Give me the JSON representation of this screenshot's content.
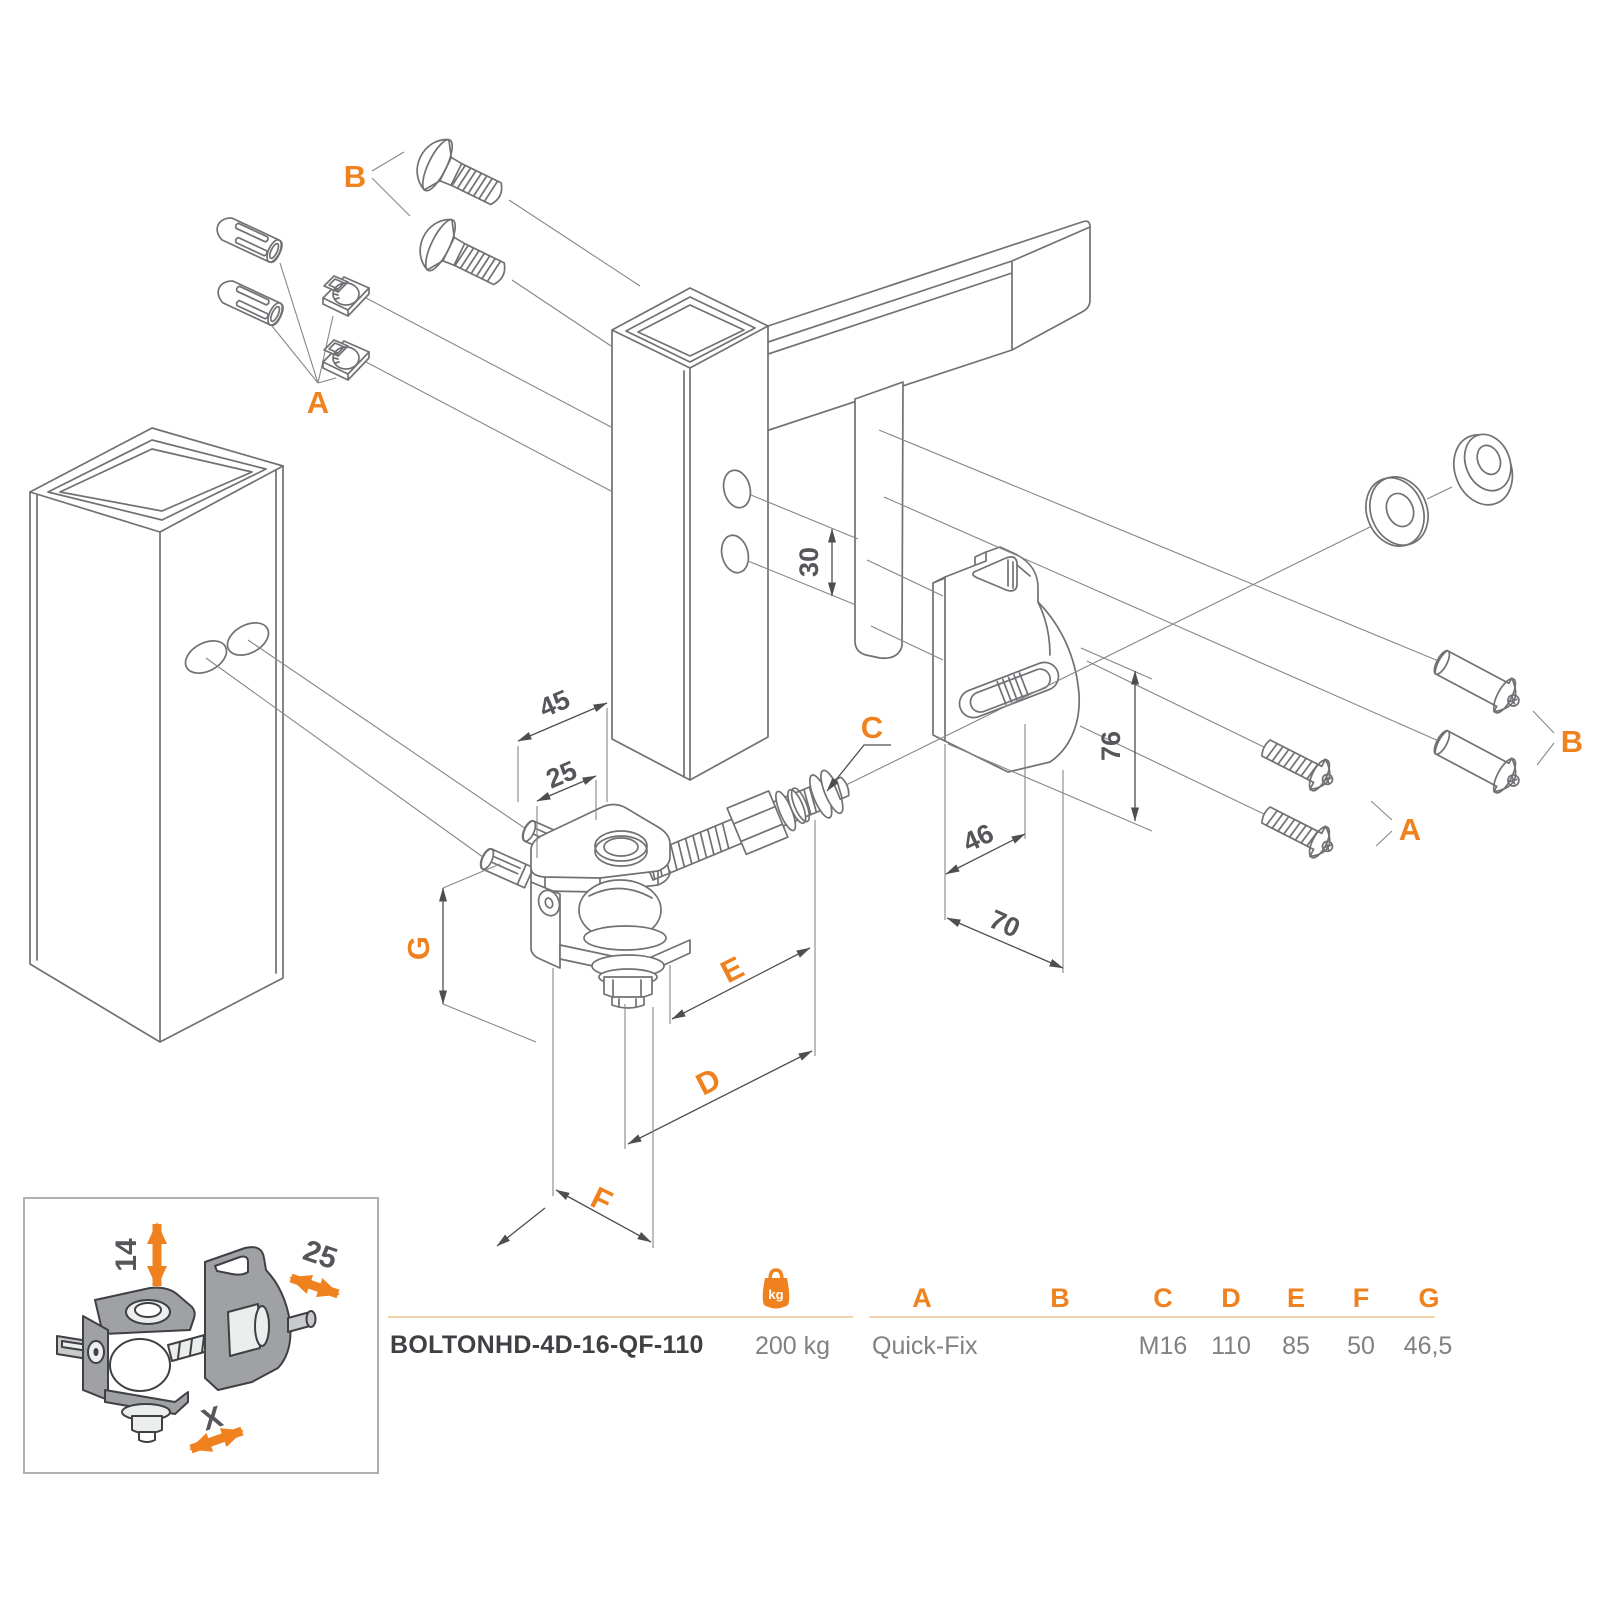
{
  "colors": {
    "accent": "#f0811f",
    "part_line": "#6f7174",
    "dim_line": "#4d4e50",
    "dim_text": "#55565a",
    "table_text": "#808184",
    "product_text": "#3f4043",
    "rule": "#f2d4ab"
  },
  "diagram": {
    "callouts": {
      "a": "A",
      "b": "B",
      "c": "C",
      "d": "D",
      "e": "E",
      "f": "F",
      "g": "G"
    },
    "dims": {
      "d45": "45",
      "d25": "25",
      "d30": "30",
      "d46": "46",
      "d70": "70",
      "d76": "76"
    }
  },
  "inset": {
    "d14": "14",
    "d25": "25",
    "dx": "X"
  },
  "table": {
    "headers": {
      "a": "A",
      "b": "B",
      "c": "C",
      "d": "D",
      "e": "E",
      "f": "F",
      "g": "G"
    },
    "kg": "kg",
    "row": {
      "name": "BOLTONHD-4D-16-QF-110",
      "weight": "200 kg",
      "a": "Quick-Fix",
      "b": "",
      "c": "M16",
      "d": "110",
      "e": "85",
      "f": "50",
      "g": "46,5"
    }
  }
}
